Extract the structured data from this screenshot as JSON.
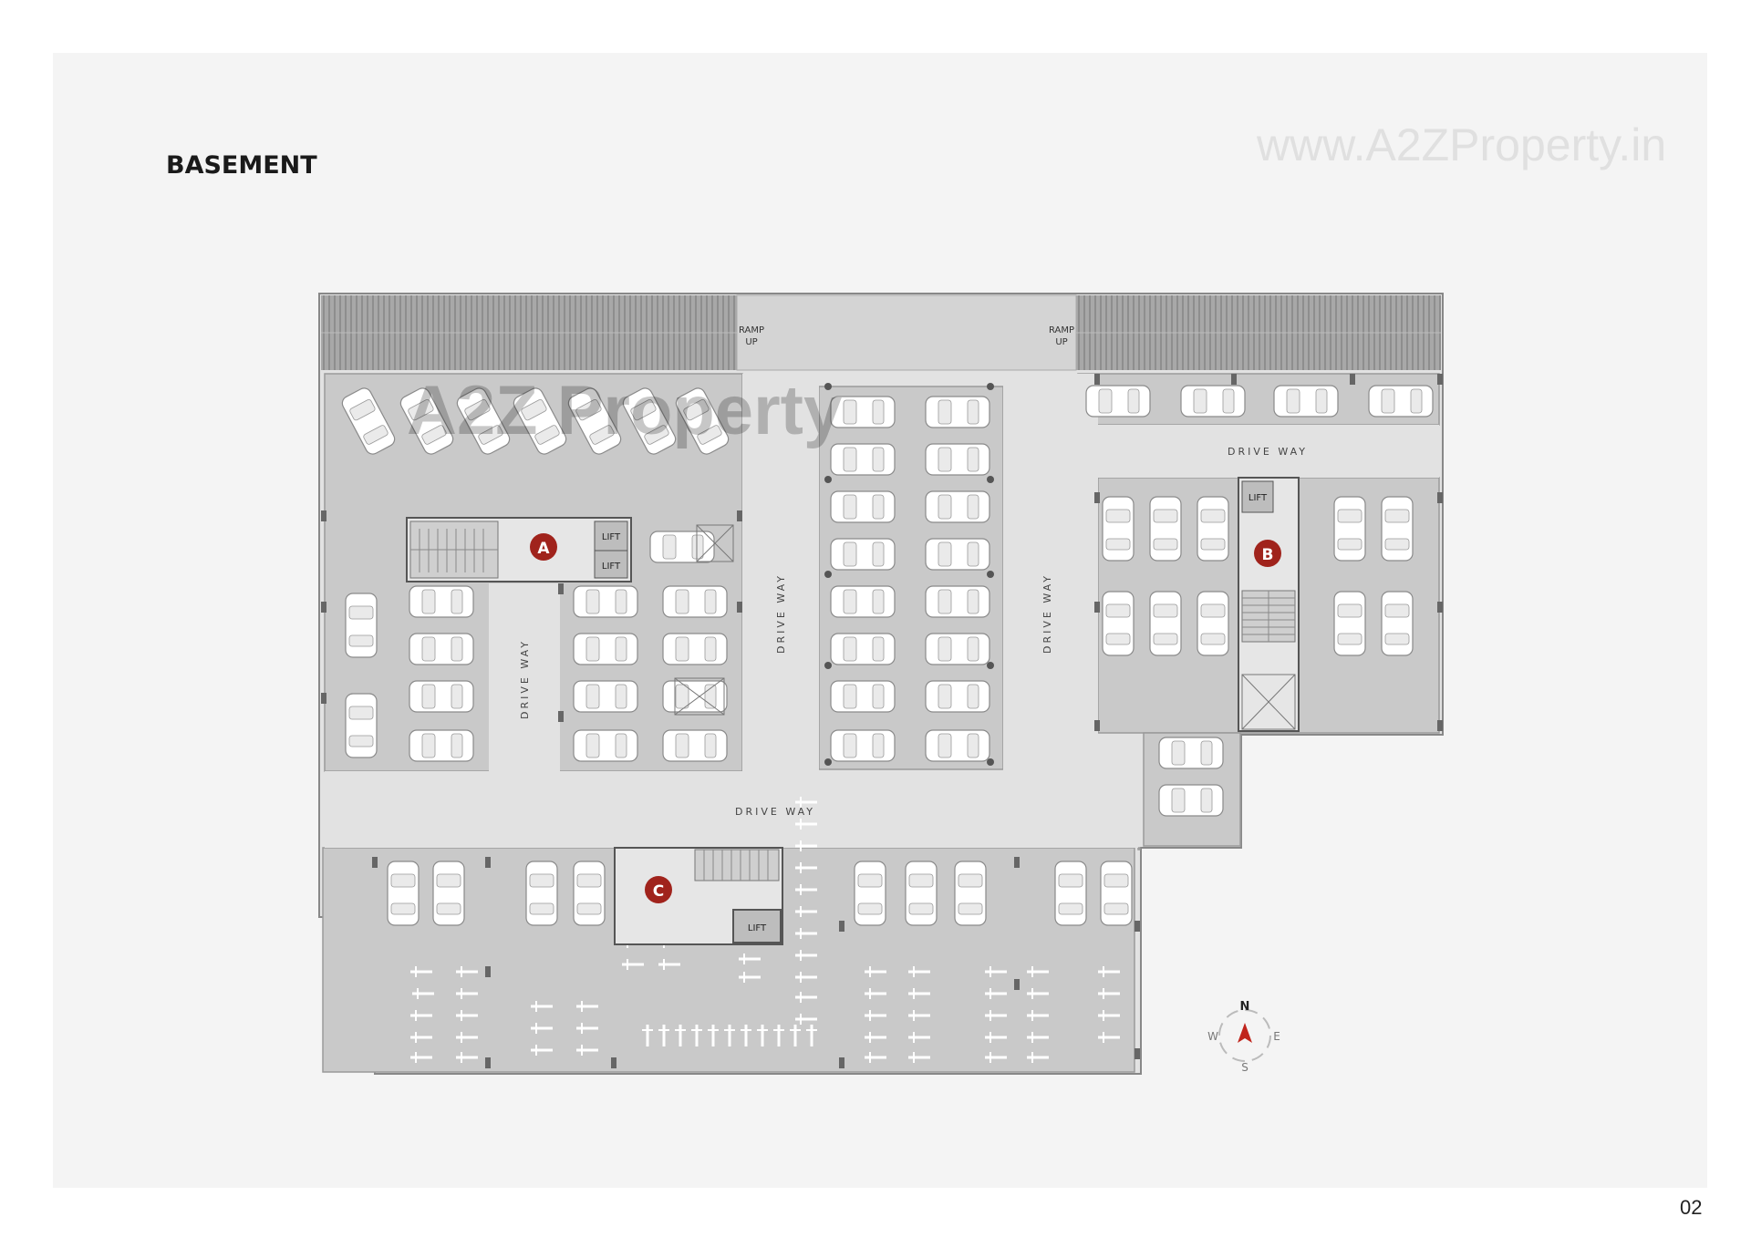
{
  "page": {
    "title": "BASEMENT",
    "watermark_url": "www.A2ZProperty.in",
    "watermark_logo": "A2Z Property",
    "page_number": "02"
  },
  "plan": {
    "ramp_left": [
      "RAMP",
      "UP"
    ],
    "ramp_right": [
      "RAMP",
      "UP"
    ],
    "driveway_label": "DRIVE WAY",
    "lift_label": "LIFT",
    "cores": [
      "A",
      "B",
      "C"
    ],
    "compass": {
      "n": "N",
      "s": "S",
      "e": "E",
      "w": "W"
    }
  },
  "colors": {
    "sheet": "#f4f4f4",
    "parking_zone": "#c9c9c9",
    "driveway": "#e2e2e2",
    "core_marker": "#a0231c",
    "car": "#ffffff"
  }
}
